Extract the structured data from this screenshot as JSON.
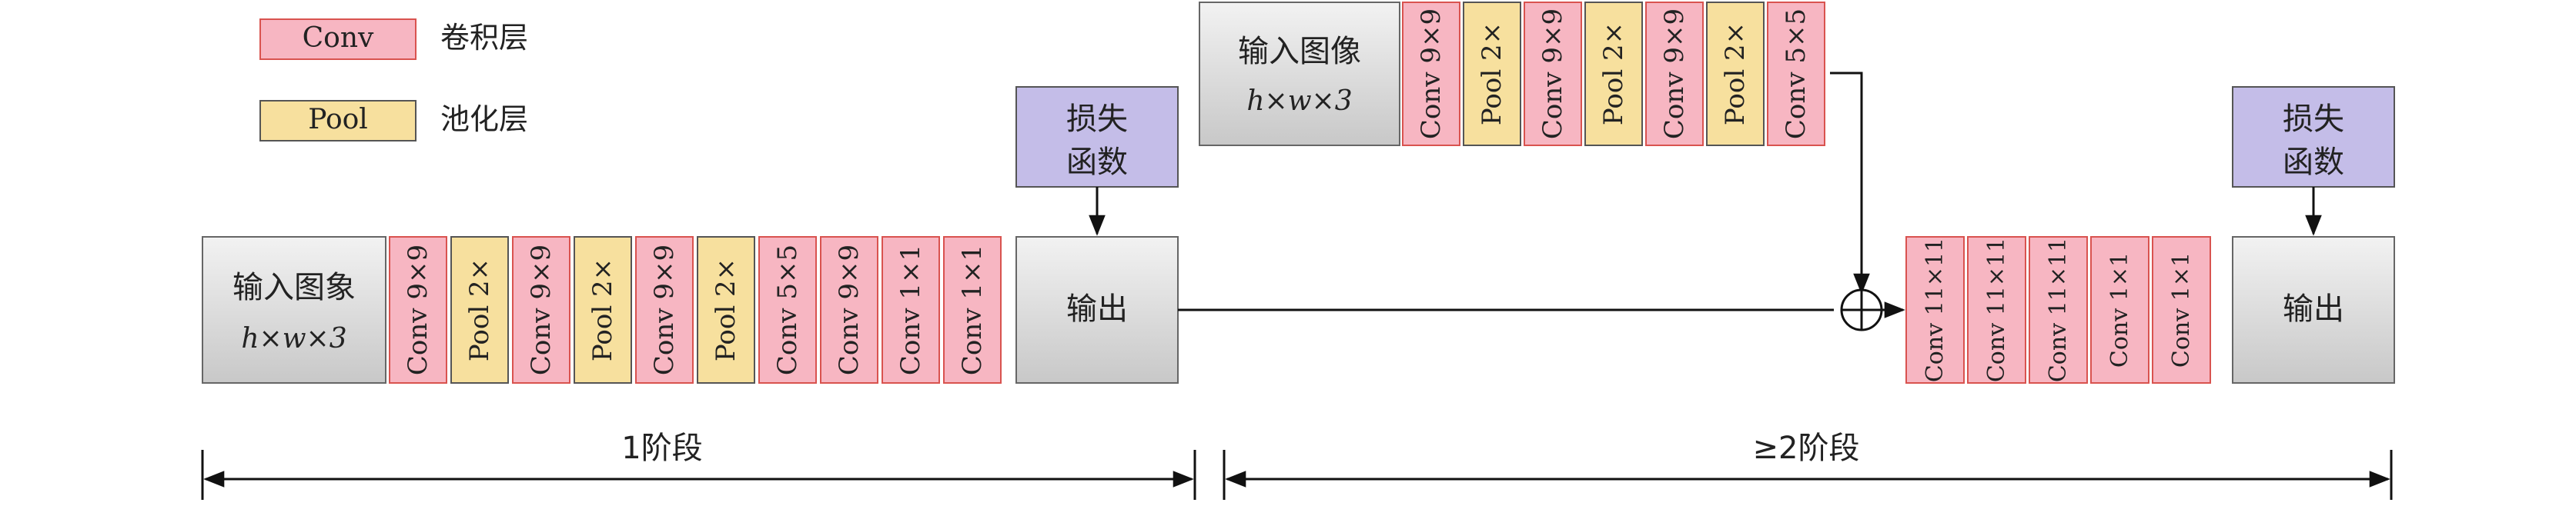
{
  "legend": [
    {
      "key": "conv",
      "box_text": "Conv",
      "desc": "卷积层",
      "color": "#f7b6c2"
    },
    {
      "key": "pool",
      "box_text": "Pool",
      "desc": "池化层",
      "color": "#f7e09e"
    }
  ],
  "colors": {
    "conv": "#f7b6c2",
    "pool": "#f7e09e",
    "loss": "#c4bde8",
    "io_top": "#f2f2f2",
    "io_bottom": "#c8c8c8",
    "border_red": "#d9534f",
    "border_dark": "#555555"
  },
  "stage1": {
    "input_title": "输入图象",
    "input_size": "h×w×3",
    "layers": [
      "Conv 9×9",
      "Pool 2×",
      "Conv 9×9",
      "Pool 2×",
      "Conv 9×9",
      "Pool 2×",
      "Conv 5×5",
      "Conv 9×9",
      "Conv 1×1",
      "Conv 1×1"
    ],
    "layer_types": [
      "conv",
      "pool",
      "conv",
      "pool",
      "conv",
      "pool",
      "conv",
      "conv",
      "conv",
      "conv"
    ],
    "output": "输出",
    "loss": "损失函数",
    "loss_lines": [
      "损失",
      "函数"
    ],
    "span_label": "1阶段"
  },
  "stage2": {
    "input_title": "输入图像",
    "input_size": "h×w×3",
    "top_layers": [
      "Conv 9×9",
      "Pool 2×",
      "Conv 9×9",
      "Pool 2×",
      "Conv 9×9",
      "Pool 2×",
      "Conv 5×5"
    ],
    "top_types": [
      "conv",
      "pool",
      "conv",
      "pool",
      "conv",
      "pool",
      "conv"
    ],
    "bottom_layers": [
      "Conv 11×11",
      "Conv 11×11",
      "Conv 11×11",
      "Conv 1×1",
      "Conv 1×1"
    ],
    "bottom_types": [
      "conv",
      "conv",
      "conv",
      "conv",
      "conv"
    ],
    "output": "输出",
    "loss": "损失函数",
    "loss_lines": [
      "损失",
      "函数"
    ],
    "span_label": "≥2阶段"
  }
}
